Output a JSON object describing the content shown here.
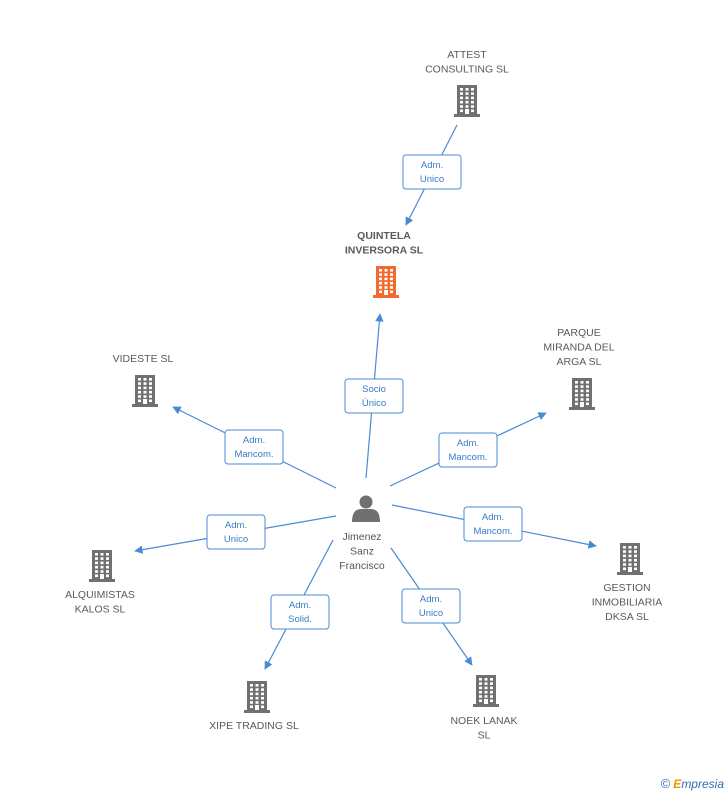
{
  "colors": {
    "edge": "#4a8ad4",
    "node_icon": "#707070",
    "highlight_icon": "#f26a2e",
    "person_icon": "#707070"
  },
  "center": {
    "name": "person",
    "label_lines": [
      "Jimenez",
      "Sanz",
      "Francisco"
    ],
    "icon": "person-icon"
  },
  "companies": [
    {
      "id": "attest",
      "label_lines": [
        "ATTEST",
        "CONSULTING SL"
      ],
      "icon": "building-icon",
      "highlight": false
    },
    {
      "id": "quintela",
      "label_lines": [
        "QUINTELA",
        "INVERSORA SL"
      ],
      "icon": "building-icon",
      "highlight": true
    },
    {
      "id": "videste",
      "label_lines": [
        "VIDESTE SL"
      ],
      "icon": "building-icon",
      "highlight": false
    },
    {
      "id": "parque",
      "label_lines": [
        "PARQUE",
        "MIRANDA DEL",
        "ARGA SL"
      ],
      "icon": "building-icon",
      "highlight": false
    },
    {
      "id": "alquimistas",
      "label_lines": [
        "ALQUIMISTAS",
        "KALOS  SL"
      ],
      "icon": "building-icon",
      "highlight": false
    },
    {
      "id": "gestion",
      "label_lines": [
        "GESTION",
        "INMOBILIARIA",
        "DKSA SL"
      ],
      "icon": "building-icon",
      "highlight": false
    },
    {
      "id": "xipe",
      "label_lines": [
        "XIPE TRADING SL"
      ],
      "icon": "building-icon",
      "highlight": false
    },
    {
      "id": "noek",
      "label_lines": [
        "NOEK LANAK",
        "SL"
      ],
      "icon": "building-icon",
      "highlight": false
    }
  ],
  "edges": [
    {
      "id": "attest-quintela",
      "label_lines": [
        "Adm.",
        "Unico"
      ]
    },
    {
      "id": "person-quintela",
      "label_lines": [
        "Socio",
        "Único"
      ]
    },
    {
      "id": "person-videste",
      "label_lines": [
        "Adm.",
        "Mancom."
      ]
    },
    {
      "id": "person-parque",
      "label_lines": [
        "Adm.",
        "Mancom."
      ]
    },
    {
      "id": "person-alquimistas",
      "label_lines": [
        "Adm.",
        "Unico"
      ]
    },
    {
      "id": "person-gestion",
      "label_lines": [
        "Adm.",
        "Mancom."
      ]
    },
    {
      "id": "person-xipe",
      "label_lines": [
        "Adm.",
        "Solid."
      ]
    },
    {
      "id": "person-noek",
      "label_lines": [
        "Adm.",
        "Unico"
      ]
    }
  ],
  "footer": {
    "copyright_symbol": "©",
    "brand_initial": "E",
    "brand_rest": "mpresia"
  }
}
